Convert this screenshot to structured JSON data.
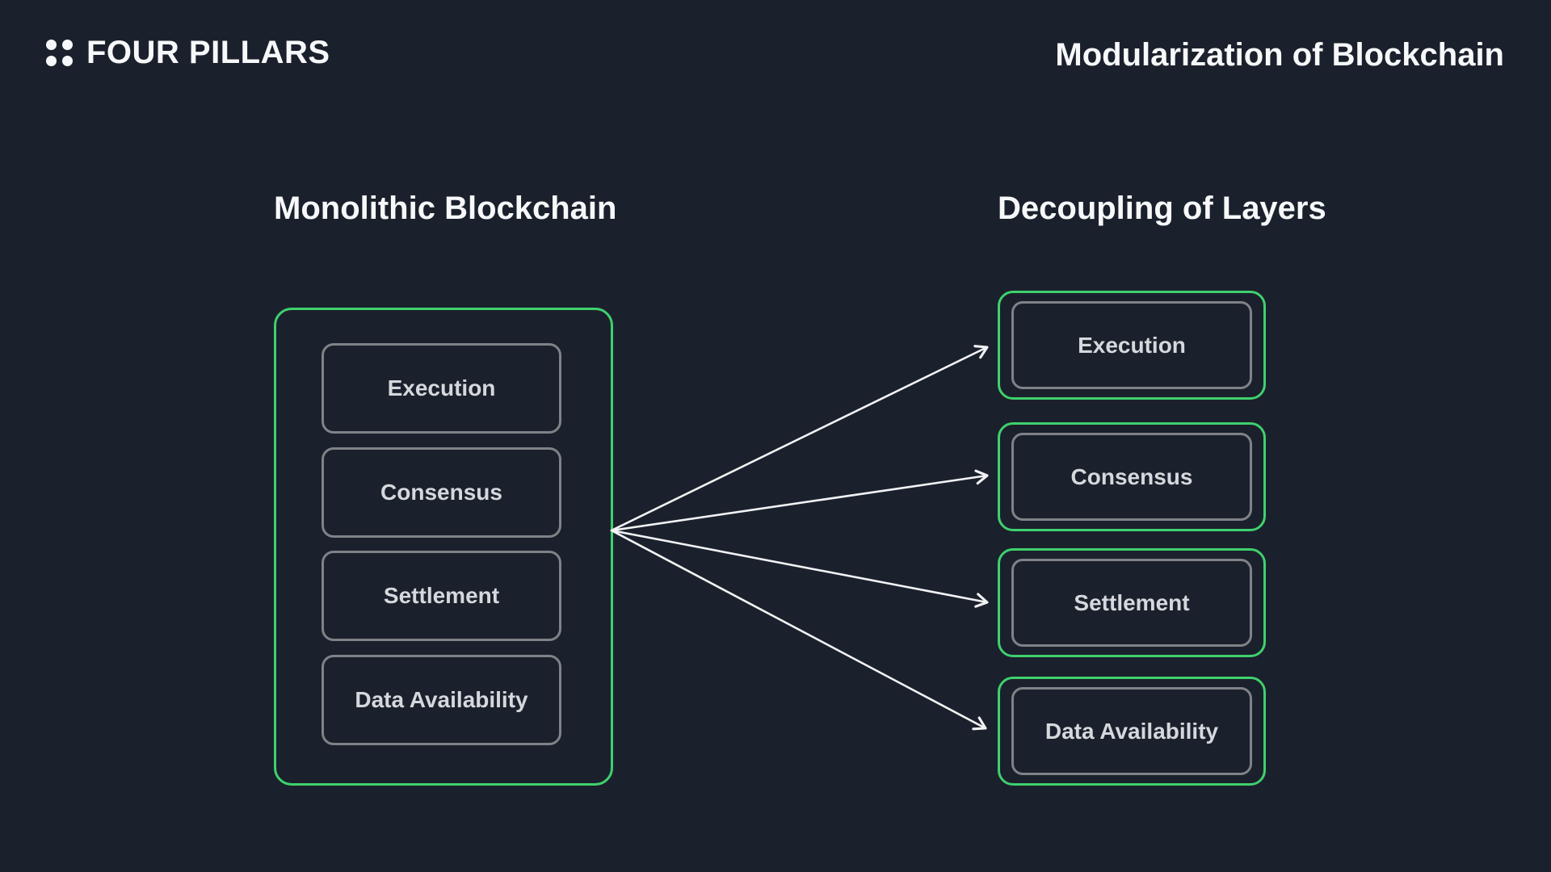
{
  "header": {
    "logo_text": "FOUR PILLARS",
    "title": "Modularization of Blockchain"
  },
  "left_section": {
    "heading": "Monolithic Blockchain",
    "layers": [
      "Execution",
      "Consensus",
      "Settlement",
      "Data Availability"
    ]
  },
  "right_section": {
    "heading": "Decoupling of Layers",
    "layers": [
      "Execution",
      "Consensus",
      "Settlement",
      "Data Availability"
    ]
  },
  "colors": {
    "background": "#1b212c",
    "accent_green": "#3fd16e",
    "box_border_gray": "#7f8287",
    "heading_text": "#f7f8fa",
    "label_text": "#d5d8dc",
    "arrow": "#f2f3f5"
  }
}
